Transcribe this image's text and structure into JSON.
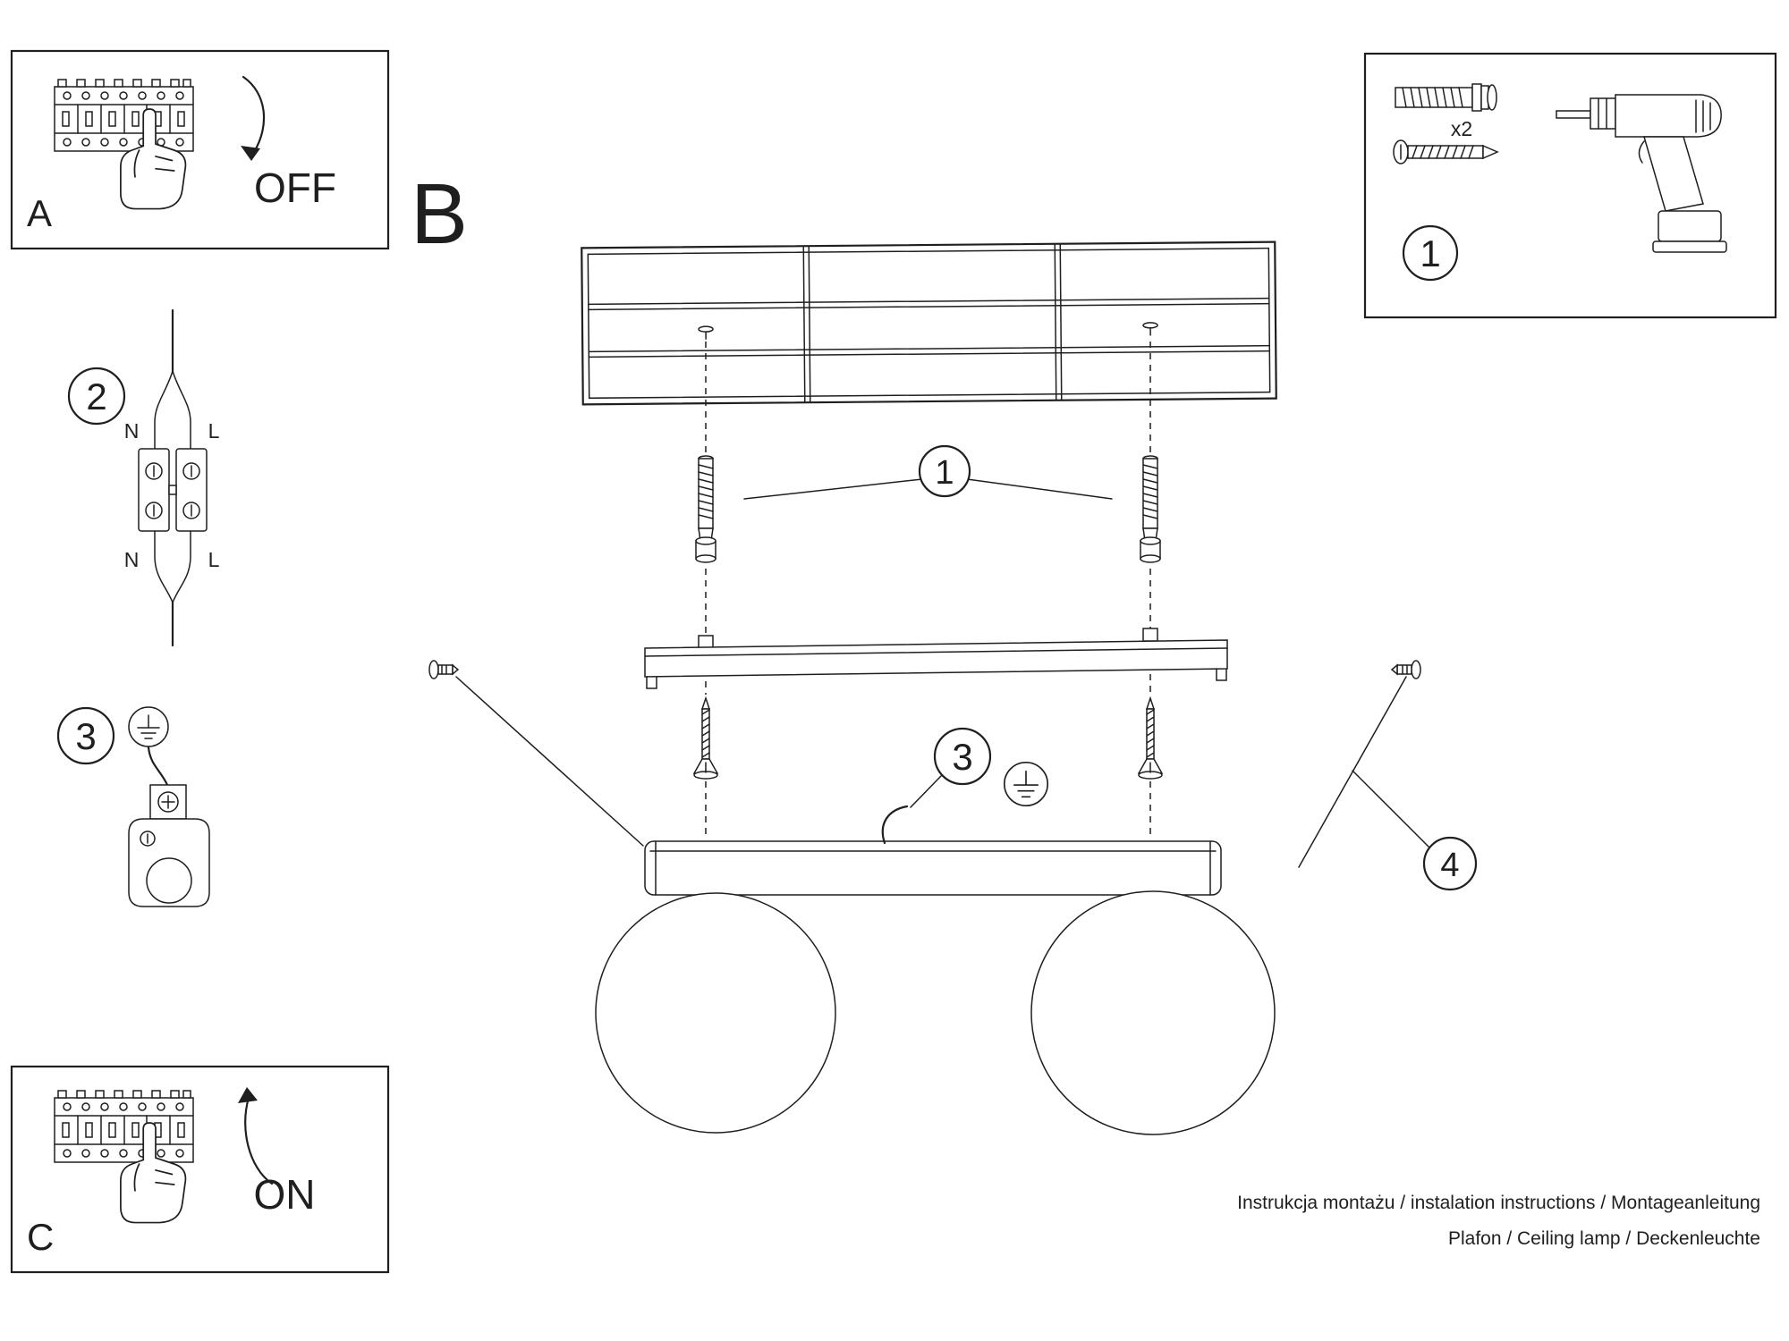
{
  "panel_a": {
    "label": "A",
    "state": "OFF"
  },
  "panel_c": {
    "label": "C",
    "state": "ON"
  },
  "assembly": {
    "label": "B"
  },
  "steps": {
    "s1": {
      "number": "1",
      "quantity": "x2"
    },
    "s2": {
      "number": "2",
      "labels": {
        "n_top": "N",
        "l_top": "L",
        "n_bottom": "N",
        "l_bottom": "L"
      }
    },
    "s3": {
      "number": "3"
    },
    "s4": {
      "number": "4"
    }
  },
  "footer": {
    "line1": "Instrukcja montażu / instalation instructions / Montageanleitung",
    "line2": "Plafon / Ceiling lamp / Deckenleuchte"
  },
  "colors": {
    "ink": "#1f1f1f",
    "paper": "#ffffff"
  }
}
